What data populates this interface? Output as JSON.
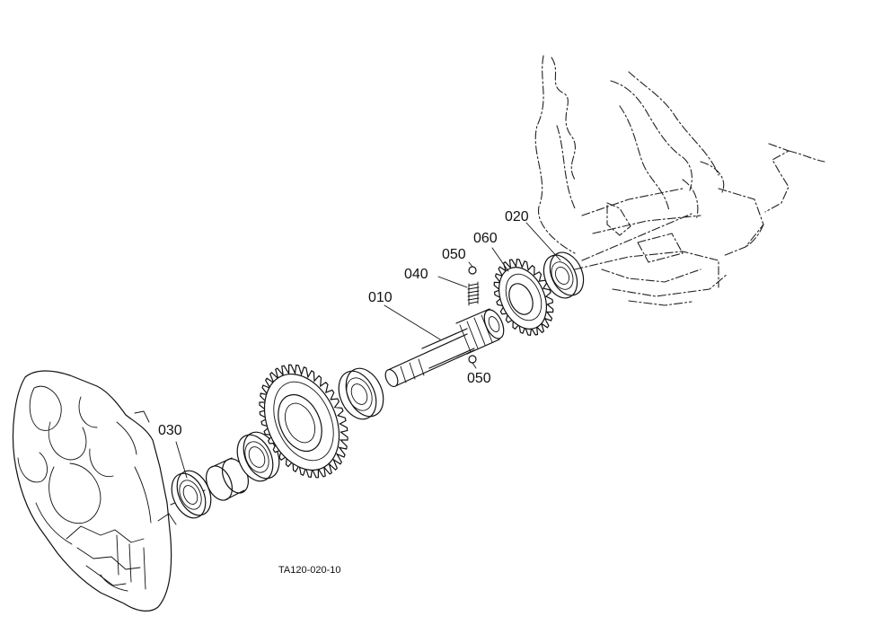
{
  "diagram": {
    "reference_code": "TA120-020-10",
    "callouts": [
      {
        "id": "callout-010",
        "label": "010"
      },
      {
        "id": "callout-020",
        "label": "020"
      },
      {
        "id": "callout-030",
        "label": "030"
      },
      {
        "id": "callout-040",
        "label": "040"
      },
      {
        "id": "callout-050-top",
        "label": "050"
      },
      {
        "id": "callout-050-bottom",
        "label": "050"
      },
      {
        "id": "callout-060",
        "label": "060"
      }
    ],
    "colors": {
      "ink": "#111111",
      "paper": "#ffffff"
    }
  }
}
